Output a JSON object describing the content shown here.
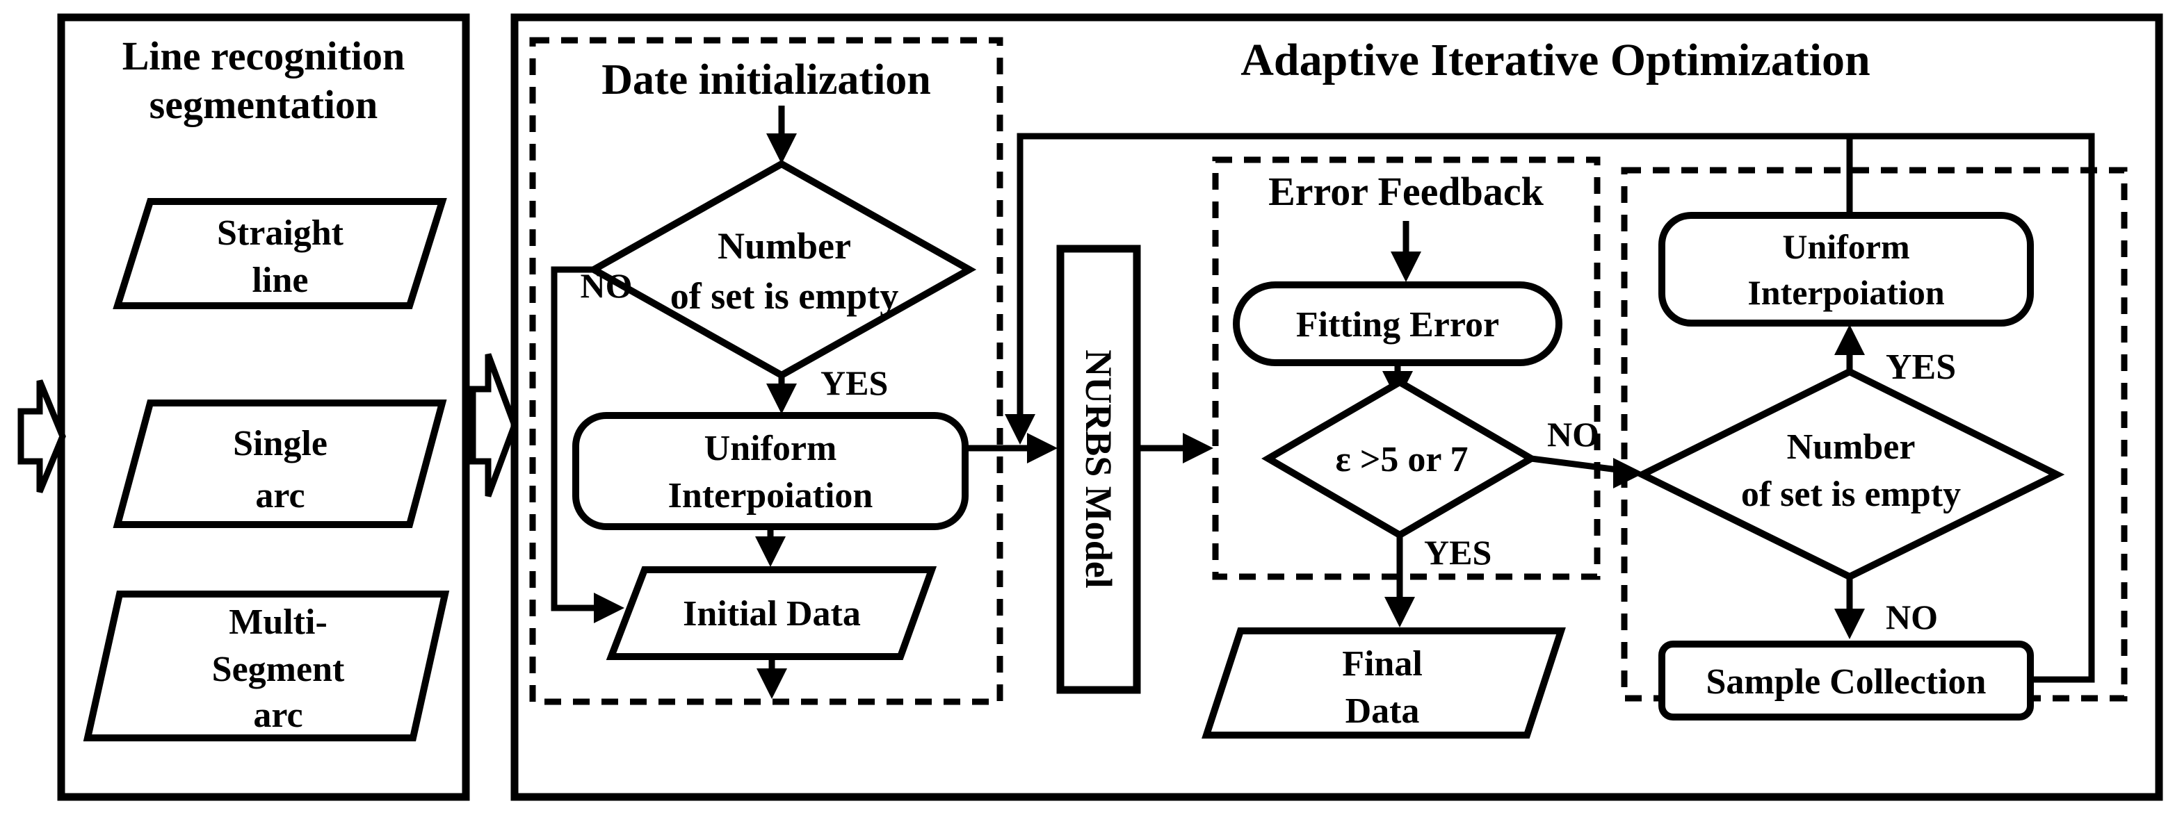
{
  "left_panel": {
    "title": {
      "line1": "Line recognition",
      "line2": "segmentation"
    },
    "shapes": [
      {
        "line1": "Straight",
        "line2": "line"
      },
      {
        "line1": "Single",
        "line2": "arc"
      },
      {
        "line1": "Multi-",
        "line2": "Segment",
        "line3": "arc"
      }
    ]
  },
  "flow": {
    "title": "Adaptive Iterative Optimization",
    "data_initialization": {
      "title": "Date initialization",
      "decision": {
        "line1": "Number",
        "line2": "of set is empty"
      },
      "no": "NO",
      "yes": "YES",
      "process": {
        "line1": "Uniform",
        "line2": "Interpoiation"
      },
      "io": "Initial Data"
    },
    "nurbs": "NURBS Model",
    "error_feedback": {
      "title": "Error Feedback",
      "process": "Fitting Error",
      "decision": "ε >5 or 7",
      "no": "NO",
      "yes": "YES"
    },
    "final_io": {
      "line1": "Final",
      "line2": "Data"
    },
    "resampling": {
      "process": {
        "line1": "Uniform",
        "line2": "Interpoiation"
      },
      "yes": "YES",
      "decision": {
        "line1": "Number",
        "line2": "of set is empty"
      },
      "no": "NO",
      "collection": "Sample Collection"
    }
  },
  "colors": {
    "ink": "#000000",
    "paper": "#ffffff"
  }
}
